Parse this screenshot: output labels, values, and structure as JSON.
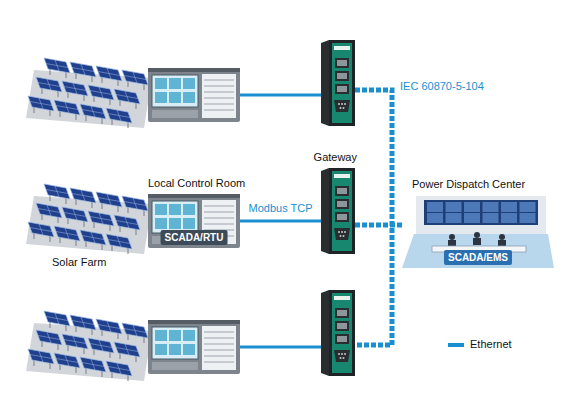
{
  "diagram": {
    "nodes": [
      {
        "text": [
          "Local Control Room",
          "SCADA/RTU"
        ]
      },
      {
        "text": [
          "Gateway"
        ]
      },
      {
        "text": [
          "Power Dispatch Center",
          "SCADA/EMS"
        ]
      }
    ],
    "edges": [
      {
        "from": 0,
        "to": 1,
        "arrow": "none",
        "label": "Modbus TCP"
      },
      {
        "from": 1,
        "to": 2,
        "arrow": "none"
      }
    ],
    "labels": [
      "Solar Farm",
      "IEC 60870-5-104"
    ],
    "legend": [
      {
        "text": "Ethernet",
        "color": "#1a8fd0"
      }
    ]
  }
}
